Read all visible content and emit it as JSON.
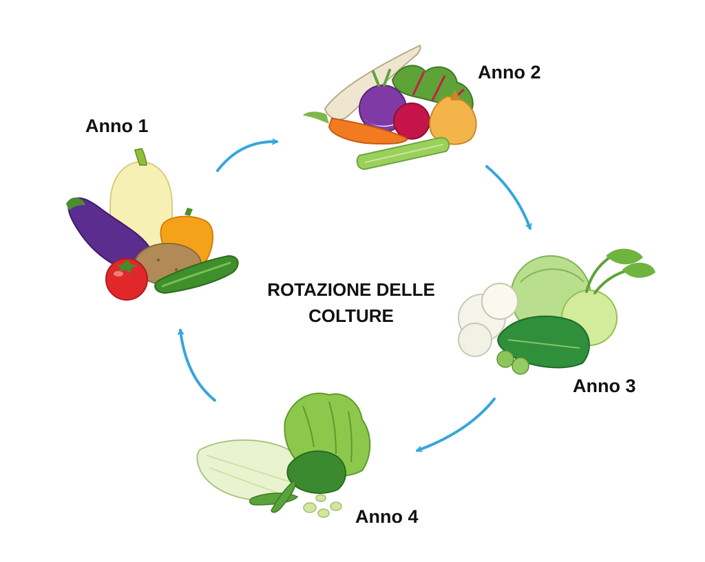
{
  "center_title": {
    "line1": "ROTAZIONE DELLE",
    "line2": "COLTURE"
  },
  "stages": [
    {
      "label": "Anno 1",
      "icon": "solanaceae-vegetables-icon"
    },
    {
      "label": "Anno 2",
      "icon": "root-vegetables-icon"
    },
    {
      "label": "Anno 3",
      "icon": "brassica-vegetables-icon"
    },
    {
      "label": "Anno 4",
      "icon": "leafy-greens-legumes-icon"
    }
  ],
  "colors": {
    "arrow": "#35a6dc",
    "text": "#111111"
  }
}
